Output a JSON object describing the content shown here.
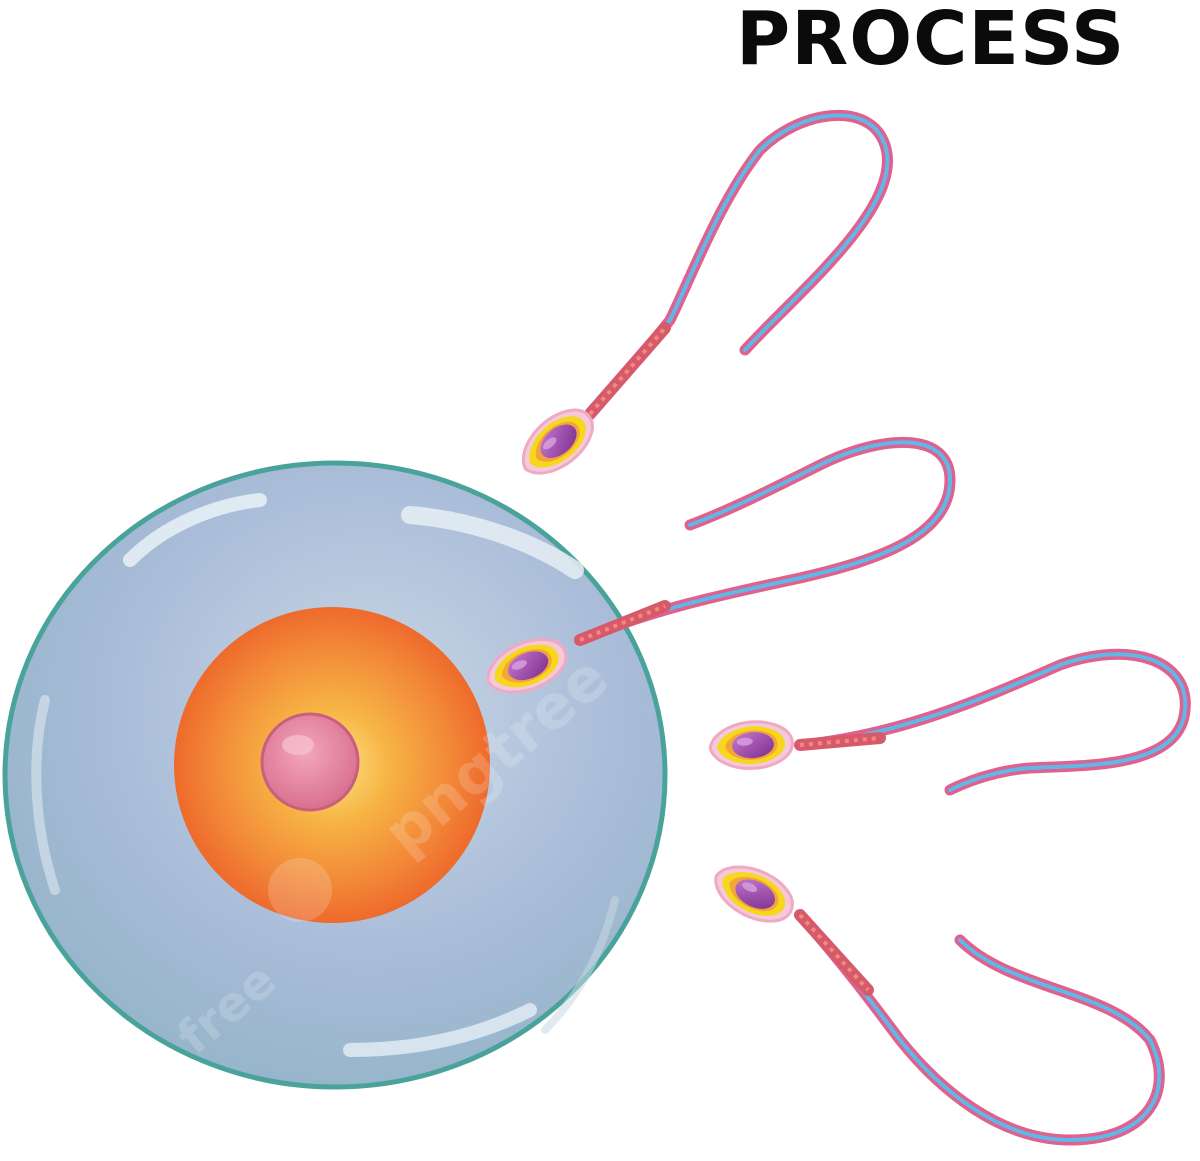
{
  "title": "PROCESS",
  "watermark": {
    "text_1": "pngtree",
    "text_2": "free"
  },
  "colors": {
    "title": "#0b0b0b",
    "egg_membrane": "#4aa39a",
    "egg_cytoplasm": "#a9bfd8",
    "nucleus_outer": "#f06a30",
    "nucleus_mid": "#f6a63a",
    "nucleolus": "#e07a9a",
    "sperm_tail_outer": "#e0608e",
    "sperm_tail_inner": "#5fb8e8",
    "sperm_midpiece": "#d65a6b",
    "sperm_head_outer": "#f0d21f",
    "sperm_head_inner": "#9b3fa8"
  },
  "icons": {
    "egg": "egg-cell-icon",
    "nucleus": "nucleus-icon",
    "sperm": "sperm-cell-icon"
  }
}
